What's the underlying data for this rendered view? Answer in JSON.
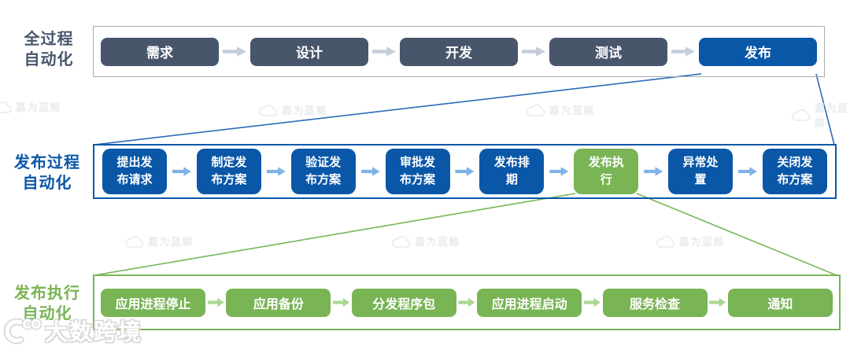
{
  "colors": {
    "dark_box": "#48566c",
    "blue": "#0a57a8",
    "green": "#79b455",
    "arrow_top": "#c4cdd9",
    "arrow_mid": "#7fb3e6",
    "arrow_bottom": "#abd792",
    "container_top_border": "#a6adb5",
    "line_blue": "#2b6cb8",
    "line_green": "#78b758",
    "watermark": "#e9ebed"
  },
  "rows": [
    {
      "label_lines": [
        "全过程",
        "自动化"
      ],
      "boxes": [
        {
          "text": "需求",
          "variant": "dark"
        },
        {
          "text": "设计",
          "variant": "dark"
        },
        {
          "text": "开发",
          "variant": "dark"
        },
        {
          "text": "测试",
          "variant": "dark"
        },
        {
          "text": "发布",
          "variant": "blue"
        }
      ]
    },
    {
      "label_lines": [
        "发布过程",
        "自动化"
      ],
      "boxes": [
        {
          "lines": [
            "提出发",
            "布请求"
          ],
          "variant": "blue"
        },
        {
          "lines": [
            "制定发",
            "布方案"
          ],
          "variant": "blue"
        },
        {
          "lines": [
            "验证发",
            "布方案"
          ],
          "variant": "blue"
        },
        {
          "lines": [
            "审批发",
            "布方案"
          ],
          "variant": "blue"
        },
        {
          "lines": [
            "发布排",
            "期"
          ],
          "variant": "blue"
        },
        {
          "lines": [
            "发布执",
            "行"
          ],
          "variant": "green"
        },
        {
          "lines": [
            "异常处",
            "置"
          ],
          "variant": "blue"
        },
        {
          "lines": [
            "关闭发",
            "布方案"
          ],
          "variant": "blue"
        }
      ]
    },
    {
      "label_lines": [
        "发布执行",
        "自动化"
      ],
      "boxes": [
        {
          "text": "应用进程停止",
          "variant": "green"
        },
        {
          "text": "应用备份",
          "variant": "green"
        },
        {
          "text": "分发程序包",
          "variant": "green"
        },
        {
          "text": "应用进程启动",
          "variant": "green"
        },
        {
          "text": "服务检查",
          "variant": "green"
        },
        {
          "text": "通知",
          "variant": "green"
        }
      ]
    }
  ],
  "watermarks": {
    "brand_text": "嘉为蓝鲸",
    "footer_text": "大数跨境"
  }
}
